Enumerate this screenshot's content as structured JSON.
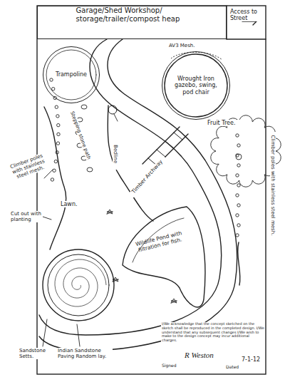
{
  "diagram": {
    "nodes": [
      {
        "text": [
          "Garage/Shed Workshop/ storage/trailer/compost heap"
        ]
      },
      {
        "text": [
          "Trampoline"
        ]
      },
      {
        "text": [
          "Wrought Iron gazebo, swing, pod chair"
        ]
      },
      {
        "text": [
          "Wildlife Pond with filtration for fish."
        ]
      }
    ],
    "labels": [
      "Access to Street",
      "AV3 Mesh.",
      "Fruit Tree.",
      "Climber poles with stainless steel mesh.",
      "Stepping stone path",
      "Bedline",
      "Timber Archway",
      "Climber poles with stainless steel mesh.",
      "Lawn.",
      "Cut out with planting",
      "Sandstone Setts.",
      "Indian Sandstone Paving Random lay.",
      "I/We acknowledge that the concept sketched on the sketch shall be reproduced in the completed design. I/We understand that any subsequent changes I/We wish to make to the design concept may incur additional charges.",
      "Signed",
      "R Weston",
      "Dated",
      "7-1-12"
    ]
  }
}
